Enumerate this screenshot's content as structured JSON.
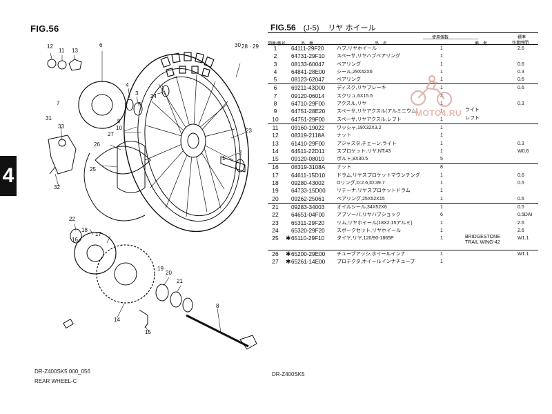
{
  "left_page": {
    "fig_label": "FIG.56",
    "section_tab": "4",
    "model_code": "DR-Z400SK5 000_056",
    "caption": "REAR WHEEL-C",
    "callouts": [
      "1",
      "2",
      "3",
      "4",
      "5",
      "6",
      "7",
      "8",
      "9",
      "10",
      "11",
      "12",
      "13",
      "14",
      "15",
      "16",
      "17",
      "18",
      "19",
      "20",
      "21",
      "22",
      "23",
      "24",
      "25",
      "26",
      "27",
      "28",
      "29",
      "30",
      "31",
      "32",
      "33"
    ]
  },
  "right_page": {
    "fig_label": "FIG.56",
    "fig_sub": "(J-5)",
    "fig_title": "リヤ ホイール",
    "model_code": "DR-Z400SK5",
    "headers": {
      "ref_no": "図番/番号",
      "part_no": "品　番",
      "description": "品　名",
      "qty": "使用個数",
      "remarks": "備　考",
      "unit_line1": "標準",
      "unit_line2": "作業時間"
    },
    "rows": [
      {
        "ref": "1",
        "star": "",
        "part": "64111-29F20",
        "desc": "ハブ,リヤホイール",
        "qty": "1",
        "rem1": "",
        "rem2": "",
        "unit": "2.6"
      },
      {
        "ref": "2",
        "star": "",
        "part": "64731-29F10",
        "desc": "スペーサ,リヤハブベアリング",
        "qty": "1",
        "rem1": "",
        "rem2": "",
        "unit": ""
      },
      {
        "ref": "3",
        "star": "",
        "part": "08133-60047",
        "desc": "ベアリング",
        "qty": "1",
        "rem1": "",
        "rem2": "",
        "unit": "0.6"
      },
      {
        "ref": "4",
        "star": "",
        "part": "64841-28E00",
        "desc": "シール,29X42X6",
        "qty": "1",
        "rem1": "",
        "rem2": "",
        "unit": "0.3"
      },
      {
        "ref": "5",
        "star": "",
        "part": "08123-62047",
        "desc": "ベアリング",
        "qty": "1",
        "rem1": "",
        "rem2": "",
        "unit": "0.6"
      },
      {
        "ref": "6",
        "star": "",
        "part": "69211-43D00",
        "desc": "ディスク,リヤブレーキ",
        "qty": "1",
        "rem1": "",
        "rem2": "",
        "unit": "0.6"
      },
      {
        "ref": "7",
        "star": "",
        "part": "09120-06014",
        "desc": "スクリュ,6X15.5",
        "qty": "3",
        "rem1": "",
        "rem2": "",
        "unit": ""
      },
      {
        "ref": "8",
        "star": "",
        "part": "64710-29F00",
        "desc": "アクスル,リヤ",
        "qty": "1",
        "rem1": "",
        "rem2": "",
        "unit": "0.3"
      },
      {
        "ref": "9",
        "star": "",
        "part": "64751-28E20",
        "desc": "スペーサ,リヤアクスル(アルミニウム)",
        "qty": "1",
        "rem1": "ライト",
        "rem2": "",
        "unit": ""
      },
      {
        "ref": "10",
        "star": "",
        "part": "64751-29F00",
        "desc": "スペーサ,リヤアクスル,レフト",
        "qty": "1",
        "rem1": "レフト",
        "rem2": "",
        "unit": ""
      },
      {
        "ref": "11",
        "star": "",
        "part": "09160-19022",
        "desc": "ワッシャ,19X32X3.2",
        "qty": "1",
        "rem1": "",
        "rem2": "",
        "unit": ""
      },
      {
        "ref": "12",
        "star": "",
        "part": "08319-2118A",
        "desc": "ナット",
        "qty": "1",
        "rem1": "",
        "rem2": "",
        "unit": ""
      },
      {
        "ref": "13",
        "star": "",
        "part": "61410-29F00",
        "desc": "アジャスタ,チェーン,ライト",
        "qty": "1",
        "rem1": "",
        "rem2": "",
        "unit": "0.3"
      },
      {
        "ref": "14",
        "star": "",
        "part": "64511-22D11",
        "desc": "スプロケット,リヤ,NT:43",
        "qty": "1",
        "rem1": "",
        "rem2": "",
        "unit": "W0.6"
      },
      {
        "ref": "15",
        "star": "",
        "part": "09120-08010",
        "desc": "ボルト,8X30.5",
        "qty": "5",
        "rem1": "",
        "rem2": "",
        "unit": ""
      },
      {
        "ref": "16",
        "star": "",
        "part": "08319-3108A",
        "desc": "ナット",
        "qty": "8",
        "rem1": "",
        "rem2": "",
        "unit": ""
      },
      {
        "ref": "17",
        "star": "",
        "part": "64611-15D10",
        "desc": "ドラム,リヤスプロケットマウンチング",
        "qty": "1",
        "rem1": "",
        "rem2": "",
        "unit": "0.6"
      },
      {
        "ref": "18",
        "star": "",
        "part": "09280-43002",
        "desc": "Oリング,D:2.6,ID:39.7",
        "qty": "1",
        "rem1": "",
        "rem2": "",
        "unit": "0.5"
      },
      {
        "ref": "19",
        "star": "",
        "part": "64733-15D00",
        "desc": "リテーナ,リヤスプロケットドラム",
        "qty": "1",
        "rem1": "",
        "rem2": "",
        "unit": ""
      },
      {
        "ref": "20",
        "star": "",
        "part": "09262-25061",
        "desc": "ベアリング,25X52X15",
        "qty": "1",
        "rem1": "",
        "rem2": "",
        "unit": "0.6"
      },
      {
        "ref": "21",
        "star": "",
        "part": "09283-34003",
        "desc": "オイルシール,34X52X6",
        "qty": "1",
        "rem1": "",
        "rem2": "",
        "unit": "0.5"
      },
      {
        "ref": "22",
        "star": "",
        "part": "64651-04F00",
        "desc": "アブソーバ,リヤハブショック",
        "qty": "6",
        "rem1": "",
        "rem2": "",
        "unit": "0.5DAI"
      },
      {
        "ref": "23",
        "star": "",
        "part": "65311-29F20",
        "desc": "リム,リヤホイール(18X2.15アルミ)",
        "qty": "1",
        "rem1": "",
        "rem2": "",
        "unit": "2.6"
      },
      {
        "ref": "24",
        "star": "",
        "part": "65320-29F20",
        "desc": "スポークセット,リヤホイール",
        "qty": "1",
        "rem1": "",
        "rem2": "",
        "unit": "2.6"
      },
      {
        "ref": "25",
        "star": "✱",
        "part": "65110-29F10",
        "desc": "タイヤ,リヤ,120/90-1865P",
        "qty": "1",
        "rem1": "BRIDGESTONE",
        "rem2": "TRAIL WING-42",
        "unit": "W1.1"
      },
      {
        "ref": "26",
        "star": "✱",
        "part": "65200-29E00",
        "desc": "チューブアッシ,ホイールインナ",
        "qty": "1",
        "rem1": "",
        "rem2": "",
        "unit": "W1.1"
      },
      {
        "ref": "27",
        "star": "✱",
        "part": "65261-14E00",
        "desc": "プロテクタ,ホイールインナチューブ",
        "qty": "1",
        "rem1": "",
        "rem2": "",
        "unit": ""
      }
    ]
  },
  "watermark": {
    "text": "MOTO4.RU",
    "color": "#e9b7ac"
  },
  "colors": {
    "ink": "#111111",
    "paper": "#ffffff",
    "watermark": "#e9b7ac"
  }
}
